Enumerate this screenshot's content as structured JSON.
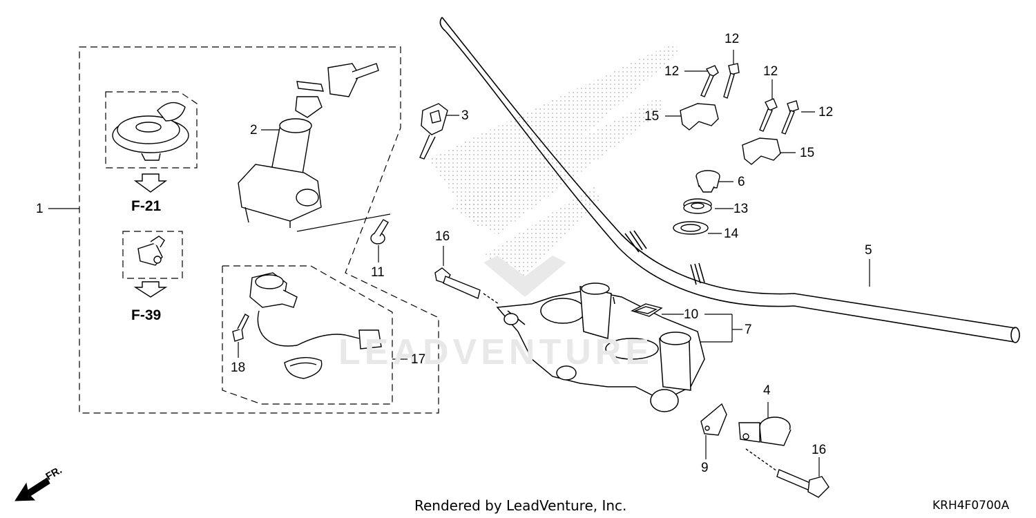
{
  "footer": {
    "rendered_by": "Rendered by LeadVenture, Inc.",
    "diagram_code": "KRH4F0700A"
  },
  "watermark": "LEADVENTURE",
  "direction": {
    "label": "FR."
  },
  "references": {
    "f21": "F-21",
    "f39": "F-39"
  },
  "callouts": {
    "c1": "1",
    "c2": "2",
    "c3": "3",
    "c4": "4",
    "c5": "5",
    "c6": "6",
    "c7": "7",
    "c9": "9",
    "c10": "10",
    "c11": "11",
    "c12a": "12",
    "c12b": "12",
    "c12c": "12",
    "c12d": "12",
    "c13": "13",
    "c14": "14",
    "c15a": "15",
    "c15b": "15",
    "c16a": "16",
    "c16b": "16",
    "c17": "17",
    "c18": "18"
  },
  "colors": {
    "line": "#000000",
    "dots": "#bdbdbd",
    "watermark": "#e8e8e8"
  }
}
